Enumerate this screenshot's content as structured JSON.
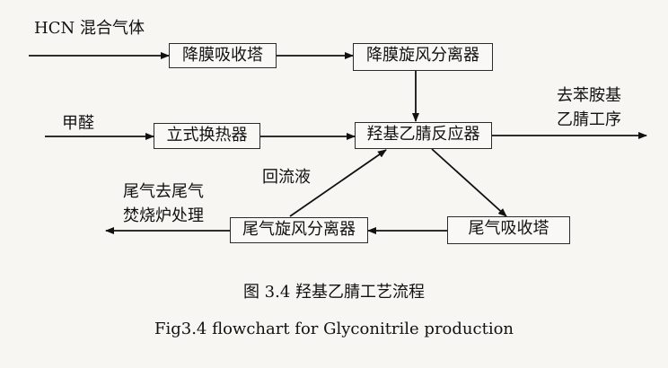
{
  "diagram": {
    "nodes": {
      "absorb1": "降膜吸收塔",
      "cyclone1": "降膜旋风分离器",
      "exchanger": "立式换热器",
      "reactor": "羟基乙腈反应器",
      "tail_absorb": "尾气吸收塔",
      "tail_cyclone": "尾气旋风分离器"
    },
    "labels": {
      "feed_hcn": "HCN 混合气体",
      "feed_formaldehyde": "甲醛",
      "product_line1": "去苯胺基",
      "product_line2": "乙腈工序",
      "reflux": "回流液",
      "tail_gas_line1": "尾气去尾气",
      "tail_gas_line2": "焚烧炉处理"
    },
    "edges": [
      [
        "HCN 混合气体",
        "降膜吸收塔"
      ],
      [
        "降膜吸收塔",
        "降膜旋风分离器"
      ],
      [
        "降膜旋风分离器",
        "羟基乙腈反应器"
      ],
      [
        "甲醛",
        "立式换热器"
      ],
      [
        "立式换热器",
        "羟基乙腈反应器"
      ],
      [
        "羟基乙腈反应器",
        "去苯胺基乙腈工序"
      ],
      [
        "羟基乙腈反应器",
        "尾气吸收塔"
      ],
      [
        "尾气吸收塔",
        "尾气旋风分离器"
      ],
      [
        "尾气旋风分离器",
        "羟基乙腈反应器"
      ],
      [
        "尾气旋风分离器",
        "尾气去尾气焚烧炉处理"
      ]
    ]
  },
  "caption": {
    "zh": "图 3.4  羟基乙腈工艺流程",
    "en": "Fig3.4 flowchart for Glyconitrile production"
  },
  "colors": {
    "background": "#f7f6f2",
    "line": "#111111"
  }
}
